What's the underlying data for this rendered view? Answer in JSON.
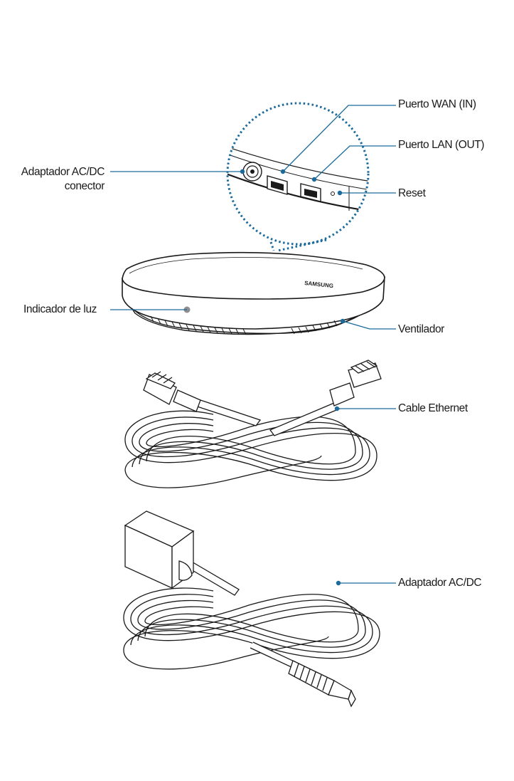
{
  "colors": {
    "leader": "#1a6b9c",
    "callout": "#1a6b9c",
    "outline": "#1a1a1a",
    "light_indicator": "#8e8e8e",
    "background": "#ffffff"
  },
  "device": {
    "logo_text": "SAMSUNG"
  },
  "labels": {
    "wan_port": "Puerto WAN (IN)",
    "lan_port": "Puerto LAN (OUT)",
    "reset": "Reset",
    "adapter_connector_line1": "Adaptador AC/DC",
    "adapter_connector_line2": "conector",
    "light_indicator": "Indicador de luz",
    "fan": "Ventilador",
    "ethernet_cable": "Cable Ethernet",
    "ac_dc_adapter": "Adaptador AC/DC"
  }
}
